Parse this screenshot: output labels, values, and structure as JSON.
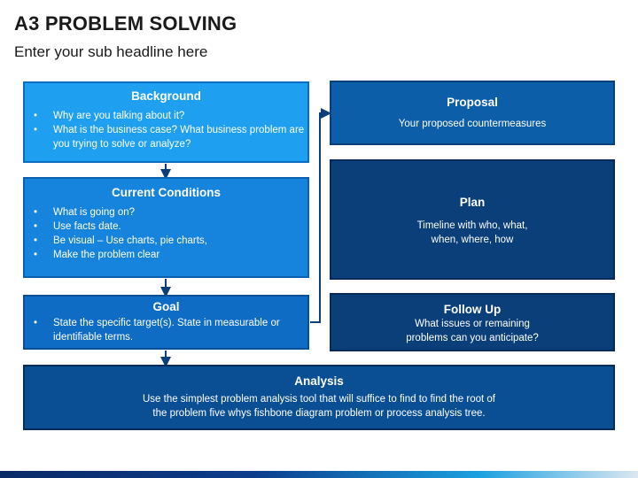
{
  "header": {
    "title": "A3 PROBLEM SOLVING",
    "subtitle": "Enter your sub headline here"
  },
  "left": {
    "background": {
      "title": "Background",
      "bullets": [
        "Why are you talking about it?",
        "What is the business case? What business problem are you trying to solve or analyze?"
      ]
    },
    "current_conditions": {
      "title": "Current Conditions",
      "bullets": [
        "What is going on?",
        "Use facts date.",
        "Be visual – Use  charts, pie charts,",
        "Make the problem clear"
      ]
    },
    "goal": {
      "title": "Goal",
      "bullets": [
        "State the specific target(s). State in measurable or identifiable terms."
      ]
    }
  },
  "right": {
    "proposal": {
      "title": "Proposal",
      "text": "Your proposed countermeasures"
    },
    "plan": {
      "title": "Plan",
      "text_line1": "Timeline with who, what,",
      "text_line2": "when, where, how"
    },
    "follow_up": {
      "title": "Follow Up",
      "text_line1": "What issues or remaining",
      "text_line2": "problems can you anticipate?"
    }
  },
  "analysis": {
    "title": "Analysis",
    "text_line1": "Use the simplest problem analysis tool that will suffice to find to find the root of",
    "text_line2": "the problem five whys fishbone diagram problem or process analysis tree."
  },
  "colors": {
    "background_box": "#1f9ff0",
    "current_conditions_box": "#1683dc",
    "goal_box": "#0e6cc4",
    "proposal_box": "#0d5ea8",
    "dark_box": "#0a3f7a",
    "analysis_box": "#0a4f94"
  }
}
